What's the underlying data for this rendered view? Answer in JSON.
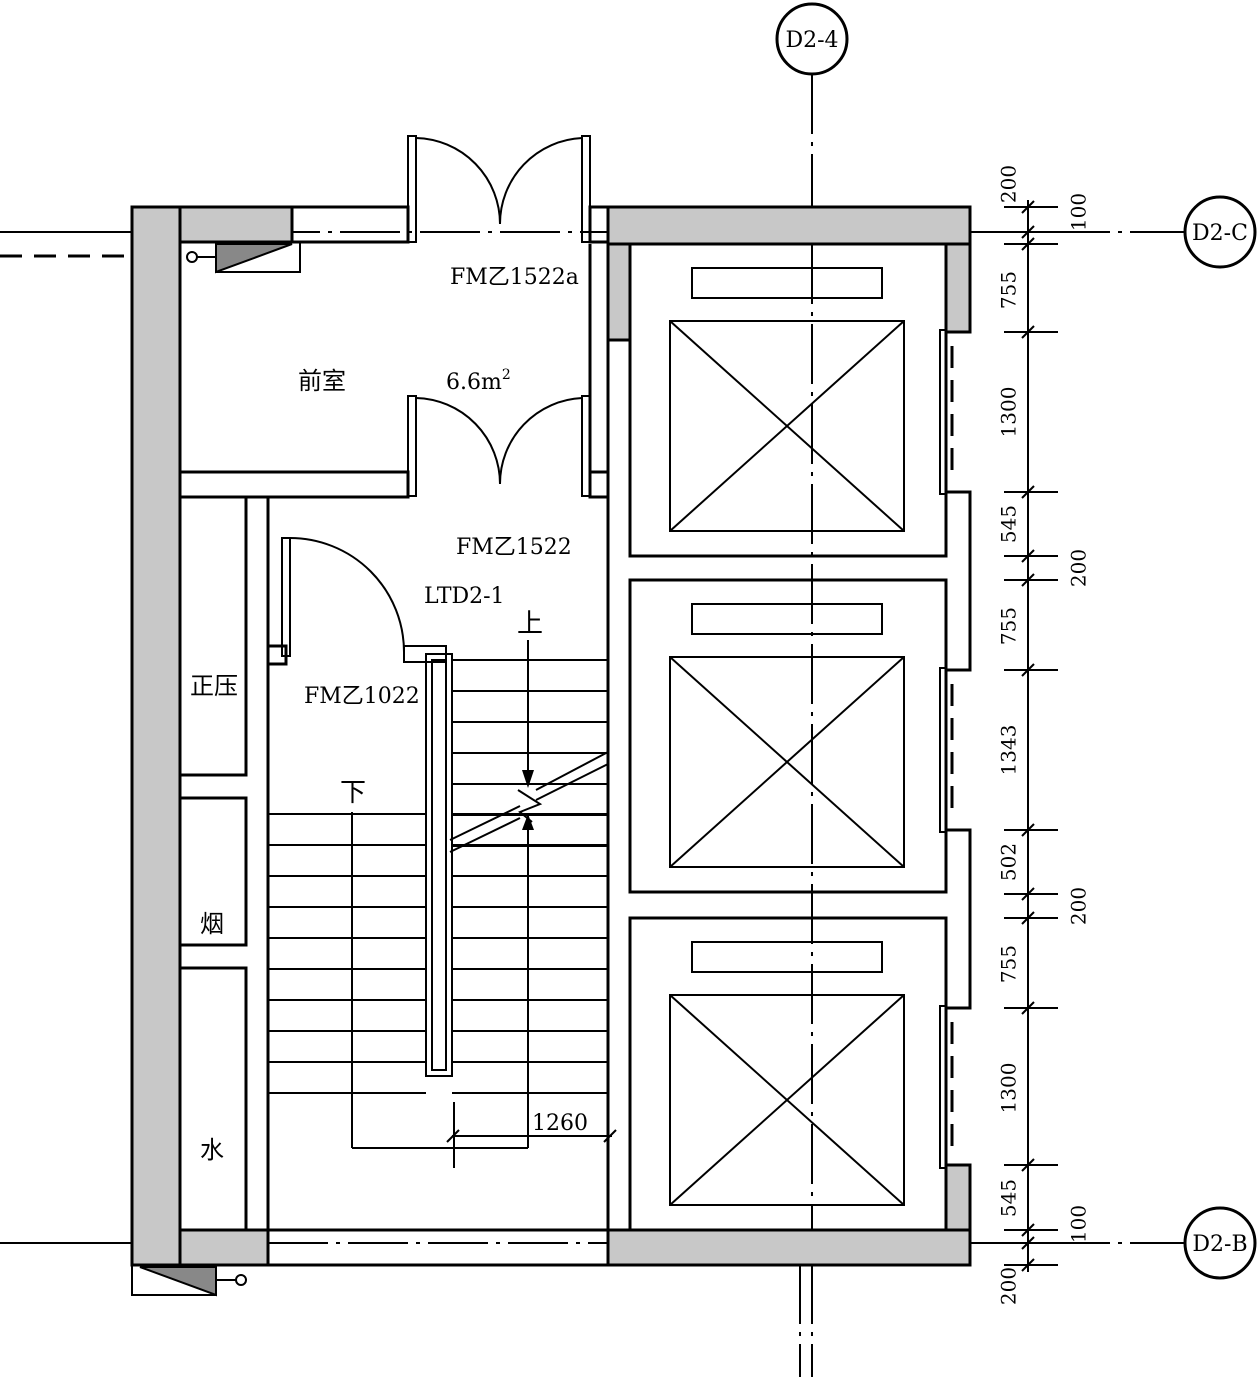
{
  "grid_axes": {
    "top": "D2-4",
    "right_upper": "D2-C",
    "right_lower": "D2-B"
  },
  "rooms": {
    "vestibule_name": "前室",
    "vestibule_area": "6.6m",
    "vestibule_area_sup": "2",
    "stair_code": "LTD2-1",
    "shaft_pressure": "正压",
    "shaft_smoke": "烟",
    "shaft_water": "水"
  },
  "doors": {
    "outer_double": "FM乙1522a",
    "inner_double": "FM乙1522",
    "single": "FM乙1022"
  },
  "stair": {
    "up_label": "上",
    "down_label": "下",
    "width_dim": "1260"
  },
  "dimensions_right": [
    "200",
    "100",
    "755",
    "1300",
    "545",
    "200",
    "755",
    "1343",
    "502",
    "200",
    "755",
    "1300",
    "545",
    "100",
    "200"
  ]
}
